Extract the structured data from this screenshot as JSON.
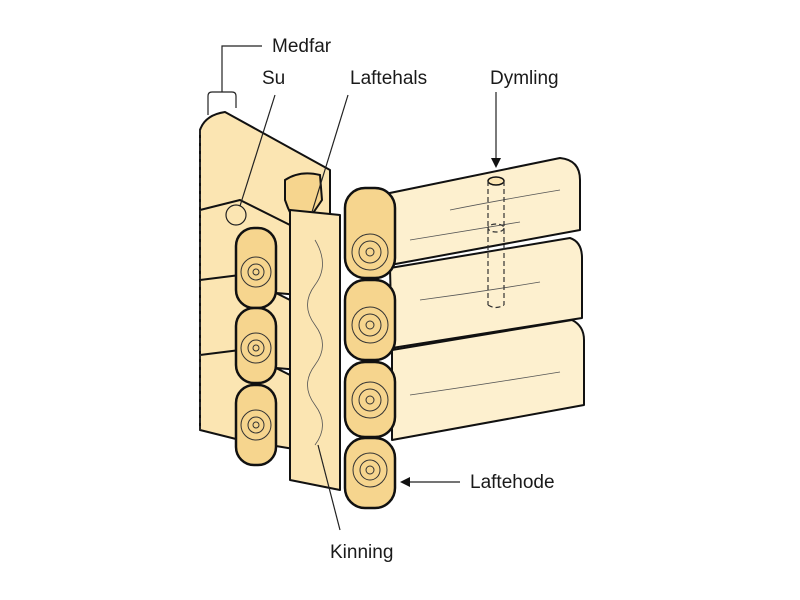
{
  "labels": {
    "medfar": "Medfar",
    "su": "Su",
    "laftehals": "Laftehals",
    "dymling": "Dymling",
    "laftehode": "Laftehode",
    "kinning": "Kinning"
  },
  "colors": {
    "wood": "#fbe5b2",
    "end_grain": "#f6d58e",
    "line": "#111111"
  }
}
